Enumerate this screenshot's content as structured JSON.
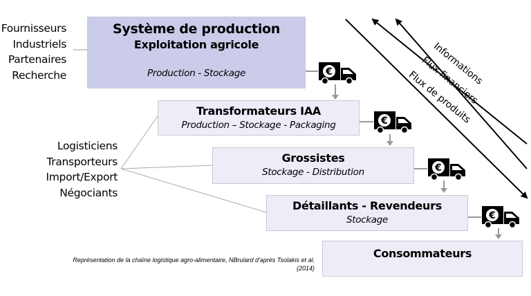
{
  "upstream_actors": [
    "Fournisseurs",
    "Industriels",
    "Partenaires",
    "Recherche"
  ],
  "logistics_actors": [
    "Logisticiens",
    "Transporteurs",
    "Import/Export",
    "Négociants"
  ],
  "stages": [
    {
      "title": "Système de production",
      "subtitle": "Exploitation agricole",
      "activities": "Production - Stockage"
    },
    {
      "title": "Transformateurs IAA",
      "activities": "Production – Stockage - Packaging"
    },
    {
      "title": "Grossistes",
      "activities": "Stockage - Distribution"
    },
    {
      "title": "Détaillants - Revendeurs",
      "activities": "Stockage"
    },
    {
      "title": "Consommateurs"
    }
  ],
  "flows": [
    "Informations",
    "Flux financiers",
    "Flux de produits"
  ],
  "caption": {
    "line1": "Représentation de la chaîne logistique agro-alimentaire, NBrulard d'après Tsolakis et al.",
    "line2": "(2014)"
  },
  "truck_symbol": "€",
  "icons": [
    "euro-truck-icon",
    "down-arrow-icon"
  ]
}
